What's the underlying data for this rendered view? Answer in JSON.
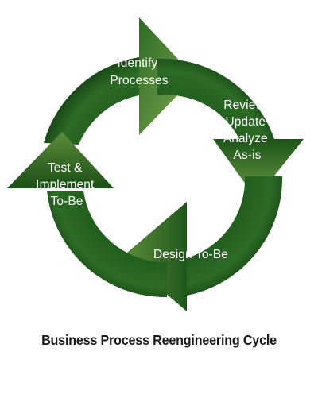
{
  "diagram": {
    "title": "Business Process Reengineering Cycle",
    "steps": [
      {
        "id": "identify",
        "lines": [
          "Identify",
          "Processes"
        ]
      },
      {
        "id": "review",
        "lines": [
          "Review,",
          "Update",
          "Analyze",
          "As-is"
        ]
      },
      {
        "id": "design",
        "lines": [
          "Design To-Be"
        ]
      },
      {
        "id": "test",
        "lines": [
          "Test &",
          "Implement",
          "To-Be"
        ]
      }
    ],
    "colors": {
      "arrow_dark": "#143d12",
      "arrow_mid": "#2a6323",
      "arrow_light": "#7ea84f",
      "label_text": "#ffffff",
      "caption_text": "#1a1a1a"
    }
  }
}
